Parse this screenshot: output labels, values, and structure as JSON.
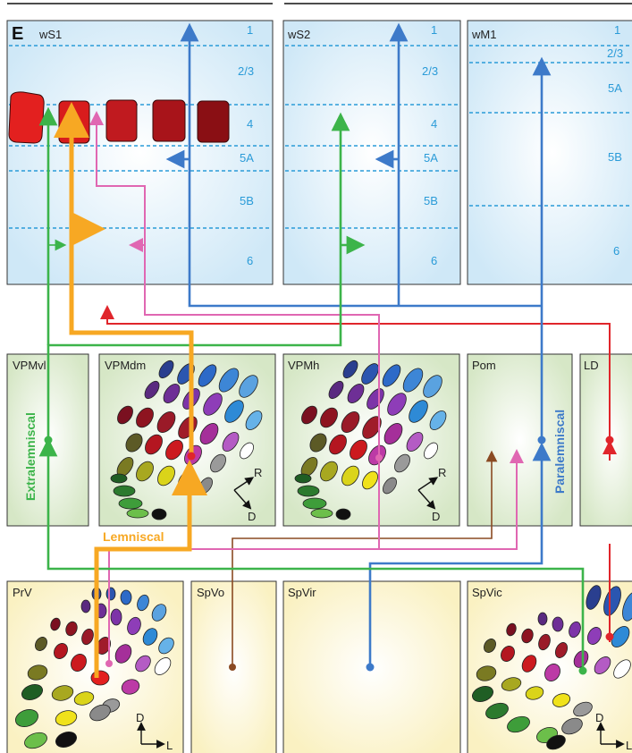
{
  "panel_letter": "E",
  "cortex": [
    {
      "name": "wS1",
      "layers": [
        "1",
        "2/3",
        "4",
        "5A",
        "5B",
        "6"
      ]
    },
    {
      "name": "wS2",
      "layers": [
        "1",
        "2/3",
        "4",
        "5A",
        "5B",
        "6"
      ]
    },
    {
      "name": "wM1",
      "layers": [
        "1",
        "2/3",
        "5A",
        "5B",
        "6"
      ]
    }
  ],
  "thalamus": [
    "VPMvl",
    "VPMdm",
    "VPMh",
    "Pom",
    "LD"
  ],
  "brainstem": [
    "PrV",
    "SpVo",
    "SpVir",
    "SpVic"
  ],
  "pathways": {
    "extralemniscal": "Extralemniscal",
    "lemniscal": "Lemniscal",
    "paralemniscal": "Paralemniscal"
  },
  "axes": {
    "rostral": "R",
    "dorsal": "D",
    "lateral": "L"
  },
  "colors": {
    "cortex_bg": "#cfe8f7",
    "thalamus_bg": "#dbe9cd",
    "brainstem_bg": "#fbf5cf",
    "extralemniscal": "#3cb44a",
    "lemniscal": "#f7a823",
    "paralemniscal": "#3d7ac9",
    "pink_path": "#e067b2",
    "red_path": "#e0252b",
    "brown_path": "#8a4a22",
    "layer_lines": "#2a9bd8"
  }
}
